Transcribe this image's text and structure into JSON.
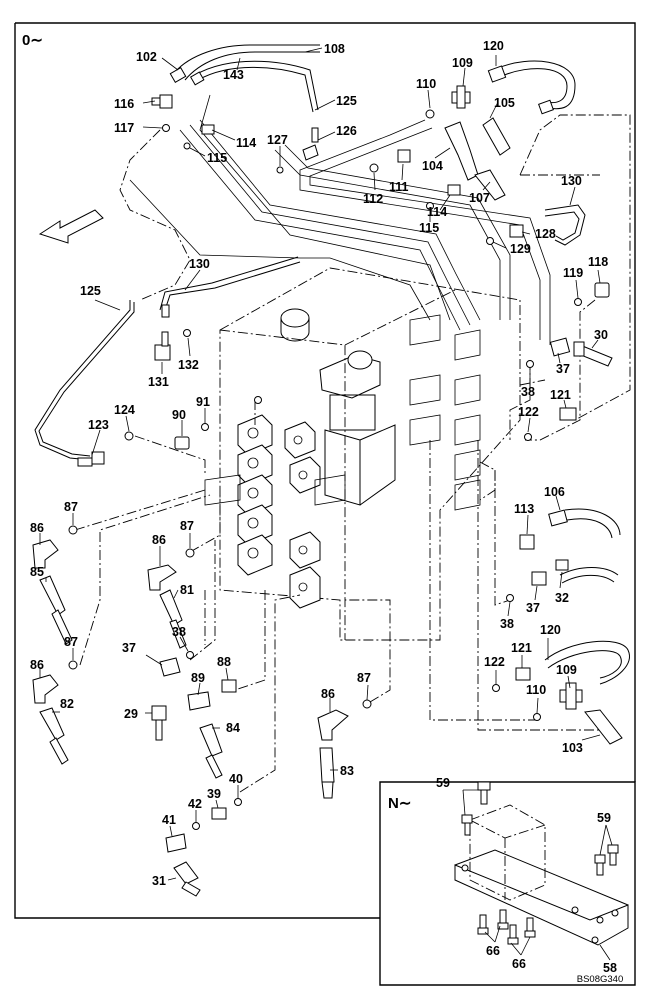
{
  "view_labels": {
    "main": "0∼",
    "detail": "N∼"
  },
  "drawing_code": "BS08G340",
  "part_labels": [
    {
      "id": "l102",
      "text": "102"
    },
    {
      "id": "l143",
      "text": "143"
    },
    {
      "id": "l108",
      "text": "108"
    },
    {
      "id": "l116",
      "text": "116"
    },
    {
      "id": "l117",
      "text": "117"
    },
    {
      "id": "l125a",
      "text": "125"
    },
    {
      "id": "l114a",
      "text": "114"
    },
    {
      "id": "l127",
      "text": "127"
    },
    {
      "id": "l126",
      "text": "126"
    },
    {
      "id": "l115a",
      "text": "115"
    },
    {
      "id": "l110a",
      "text": "110"
    },
    {
      "id": "l109a",
      "text": "109"
    },
    {
      "id": "l120a",
      "text": "120"
    },
    {
      "id": "l105",
      "text": "105"
    },
    {
      "id": "l104",
      "text": "104"
    },
    {
      "id": "l111",
      "text": "111"
    },
    {
      "id": "l112",
      "text": "112"
    },
    {
      "id": "l107",
      "text": "107"
    },
    {
      "id": "l114b",
      "text": "114"
    },
    {
      "id": "l115b",
      "text": "115"
    },
    {
      "id": "l130a",
      "text": "130"
    },
    {
      "id": "l128",
      "text": "128"
    },
    {
      "id": "l129",
      "text": "129"
    },
    {
      "id": "l130b",
      "text": "130"
    },
    {
      "id": "l125b",
      "text": "125"
    },
    {
      "id": "l118",
      "text": "118"
    },
    {
      "id": "l119",
      "text": "119"
    },
    {
      "id": "l30",
      "text": "30"
    },
    {
      "id": "l37a",
      "text": "37"
    },
    {
      "id": "l132",
      "text": "132"
    },
    {
      "id": "l131",
      "text": "131"
    },
    {
      "id": "l38a",
      "text": "38"
    },
    {
      "id": "l121a",
      "text": "121"
    },
    {
      "id": "l122a",
      "text": "122"
    },
    {
      "id": "l123",
      "text": "123"
    },
    {
      "id": "l124",
      "text": "124"
    },
    {
      "id": "l90",
      "text": "90"
    },
    {
      "id": "l91",
      "text": "91"
    },
    {
      "id": "l87a",
      "text": "87"
    },
    {
      "id": "l86a",
      "text": "86"
    },
    {
      "id": "l85",
      "text": "85"
    },
    {
      "id": "l87b",
      "text": "87"
    },
    {
      "id": "l86b",
      "text": "86"
    },
    {
      "id": "l81",
      "text": "81"
    },
    {
      "id": "l106",
      "text": "106"
    },
    {
      "id": "l113",
      "text": "113"
    },
    {
      "id": "l37b",
      "text": "37"
    },
    {
      "id": "l32",
      "text": "32"
    },
    {
      "id": "l38b",
      "text": "38"
    },
    {
      "id": "l87c",
      "text": "87"
    },
    {
      "id": "l38c",
      "text": "38"
    },
    {
      "id": "l37c",
      "text": "37"
    },
    {
      "id": "l86c",
      "text": "86"
    },
    {
      "id": "l82",
      "text": "82"
    },
    {
      "id": "l88",
      "text": "88"
    },
    {
      "id": "l89",
      "text": "89"
    },
    {
      "id": "l29",
      "text": "29"
    },
    {
      "id": "l84",
      "text": "84"
    },
    {
      "id": "l120b",
      "text": "120"
    },
    {
      "id": "l121b",
      "text": "121"
    },
    {
      "id": "l122b",
      "text": "122"
    },
    {
      "id": "l109b",
      "text": "109"
    },
    {
      "id": "l110b",
      "text": "110"
    },
    {
      "id": "l103",
      "text": "103"
    },
    {
      "id": "l87d",
      "text": "87"
    },
    {
      "id": "l86d",
      "text": "86"
    },
    {
      "id": "l83",
      "text": "83"
    },
    {
      "id": "l40",
      "text": "40"
    },
    {
      "id": "l39",
      "text": "39"
    },
    {
      "id": "l42",
      "text": "42"
    },
    {
      "id": "l41",
      "text": "41"
    },
    {
      "id": "l31",
      "text": "31"
    },
    {
      "id": "l59a",
      "text": "59"
    },
    {
      "id": "l59b",
      "text": "59"
    },
    {
      "id": "l66a",
      "text": "66"
    },
    {
      "id": "l66b",
      "text": "66"
    },
    {
      "id": "l58",
      "text": "58"
    }
  ]
}
